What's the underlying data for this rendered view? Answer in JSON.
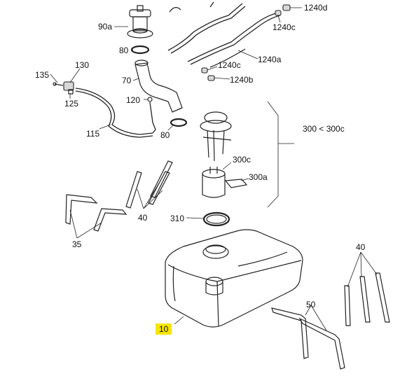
{
  "callouts": {
    "c90a": "90a",
    "c80_top": "80",
    "c70": "70",
    "c120": "120",
    "c80_low": "80",
    "c130": "130",
    "c135": "135",
    "c125": "125",
    "c115": "115",
    "c1240d": "1240d",
    "c1240c_top": "1240c",
    "c1240a": "1240a",
    "c1240c_mid": "1240c",
    "c1240b": "1240b",
    "c300": "300 < 300c",
    "c300c": "300c",
    "c300a": "300a",
    "c310": "310",
    "c40_left": "40",
    "c35": "35",
    "c40_right": "40",
    "c50": "50",
    "c10": "10"
  },
  "colors": {
    "highlight": "#f6e500",
    "line": "#222222"
  }
}
